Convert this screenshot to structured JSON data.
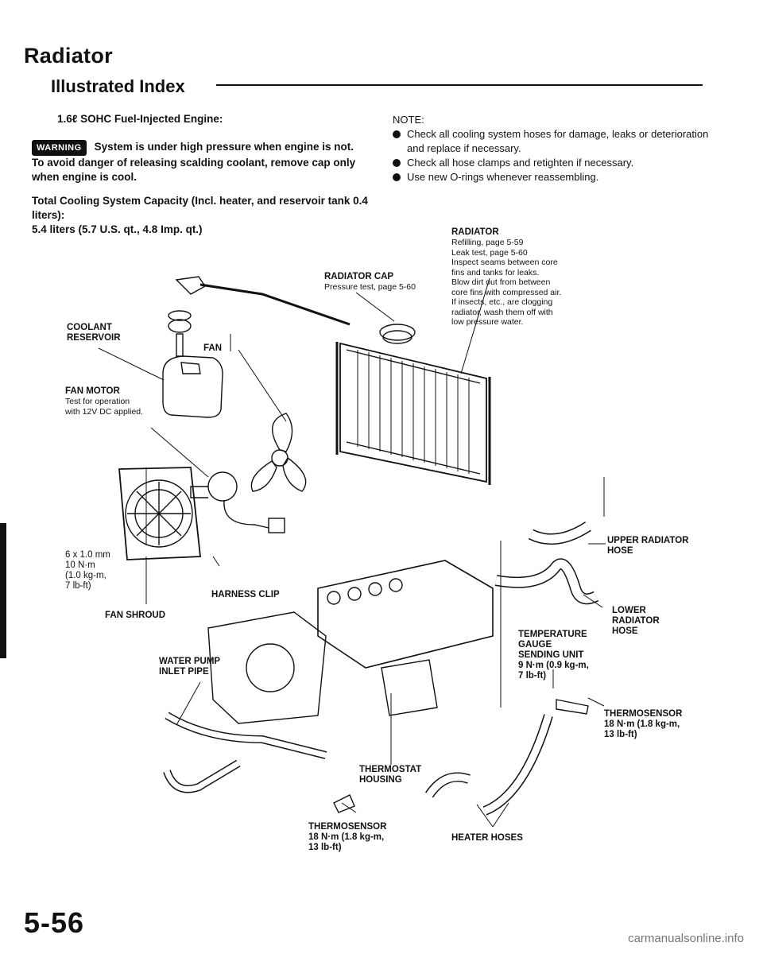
{
  "header": {
    "title": "Radiator",
    "subtitle": "Illustrated Index"
  },
  "intro": {
    "engine": "1.6ℓ SOHC Fuel-Injected Engine:",
    "warning_badge": "WARNING",
    "warning_text": "System is under high pressure when engine is not. To avoid danger of releasing scalding coolant, remove cap only when engine is cool.",
    "capacity_line1": "Total Cooling System Capacity (Incl. heater, and reservoir tank 0.4 liters):",
    "capacity_line2": "5.4 liters (5.7 U.S. qt., 4.8 Imp. qt.)"
  },
  "notes": {
    "heading": "NOTE:",
    "items": [
      "Check all cooling system hoses for damage, leaks or deterioration and replace if necessary.",
      "Check all hose clamps and retighten if necessary.",
      "Use new O-rings whenever reassembling."
    ]
  },
  "labels": {
    "radiator": "RADIATOR",
    "radiator_details": [
      "Refilling, page 5-59",
      "Leak test, page 5-60",
      "Inspect seams between core",
      "fins and tanks for leaks.",
      "Blow dirt out from between",
      "core fins with compressed air.",
      "If insects, etc., are clogging",
      "radiator, wash them off with",
      "low pressure water."
    ],
    "radiator_cap": "RADIATOR CAP",
    "radiator_cap_detail": "Pressure test, page 5-60",
    "coolant_reservoir": [
      "COOLANT",
      "RESERVOIR"
    ],
    "fan": "FAN",
    "fan_motor": "FAN MOTOR",
    "fan_motor_details": [
      "Test for operation",
      "with 12V DC applied."
    ],
    "bolt_spec": [
      "6 x 1.0 mm",
      "10 N·m",
      "(1.0 kg-m,",
      "7 lb-ft)"
    ],
    "fan_shroud": "FAN SHROUD",
    "harness_clip": "HARNESS CLIP",
    "upper_hose": [
      "UPPER RADIATOR",
      "HOSE"
    ],
    "lower_hose": [
      "LOWER",
      "RADIATOR",
      "HOSE"
    ],
    "temp_gauge": [
      "TEMPERATURE",
      "GAUGE",
      "SENDING UNIT",
      "9 N·m (0.9 kg-m,",
      "7 lb-ft)"
    ],
    "water_pump_pipe": [
      "WATER PUMP",
      "INLET PIPE"
    ],
    "thermosensor_right": [
      "THERMOSENSOR",
      "18 N·m (1.8 kg-m,",
      "13 lb-ft)"
    ],
    "thermostat_housing": [
      "THERMOSTAT",
      "HOUSING"
    ],
    "thermosensor_bottom": [
      "THERMOSENSOR",
      "18 N·m (1.8 kg-m,",
      "13 lb-ft)"
    ],
    "heater_hoses": "HEATER HOSES"
  },
  "footer": {
    "page_number": "5-56",
    "watermark": "carmanualsonline.info"
  }
}
